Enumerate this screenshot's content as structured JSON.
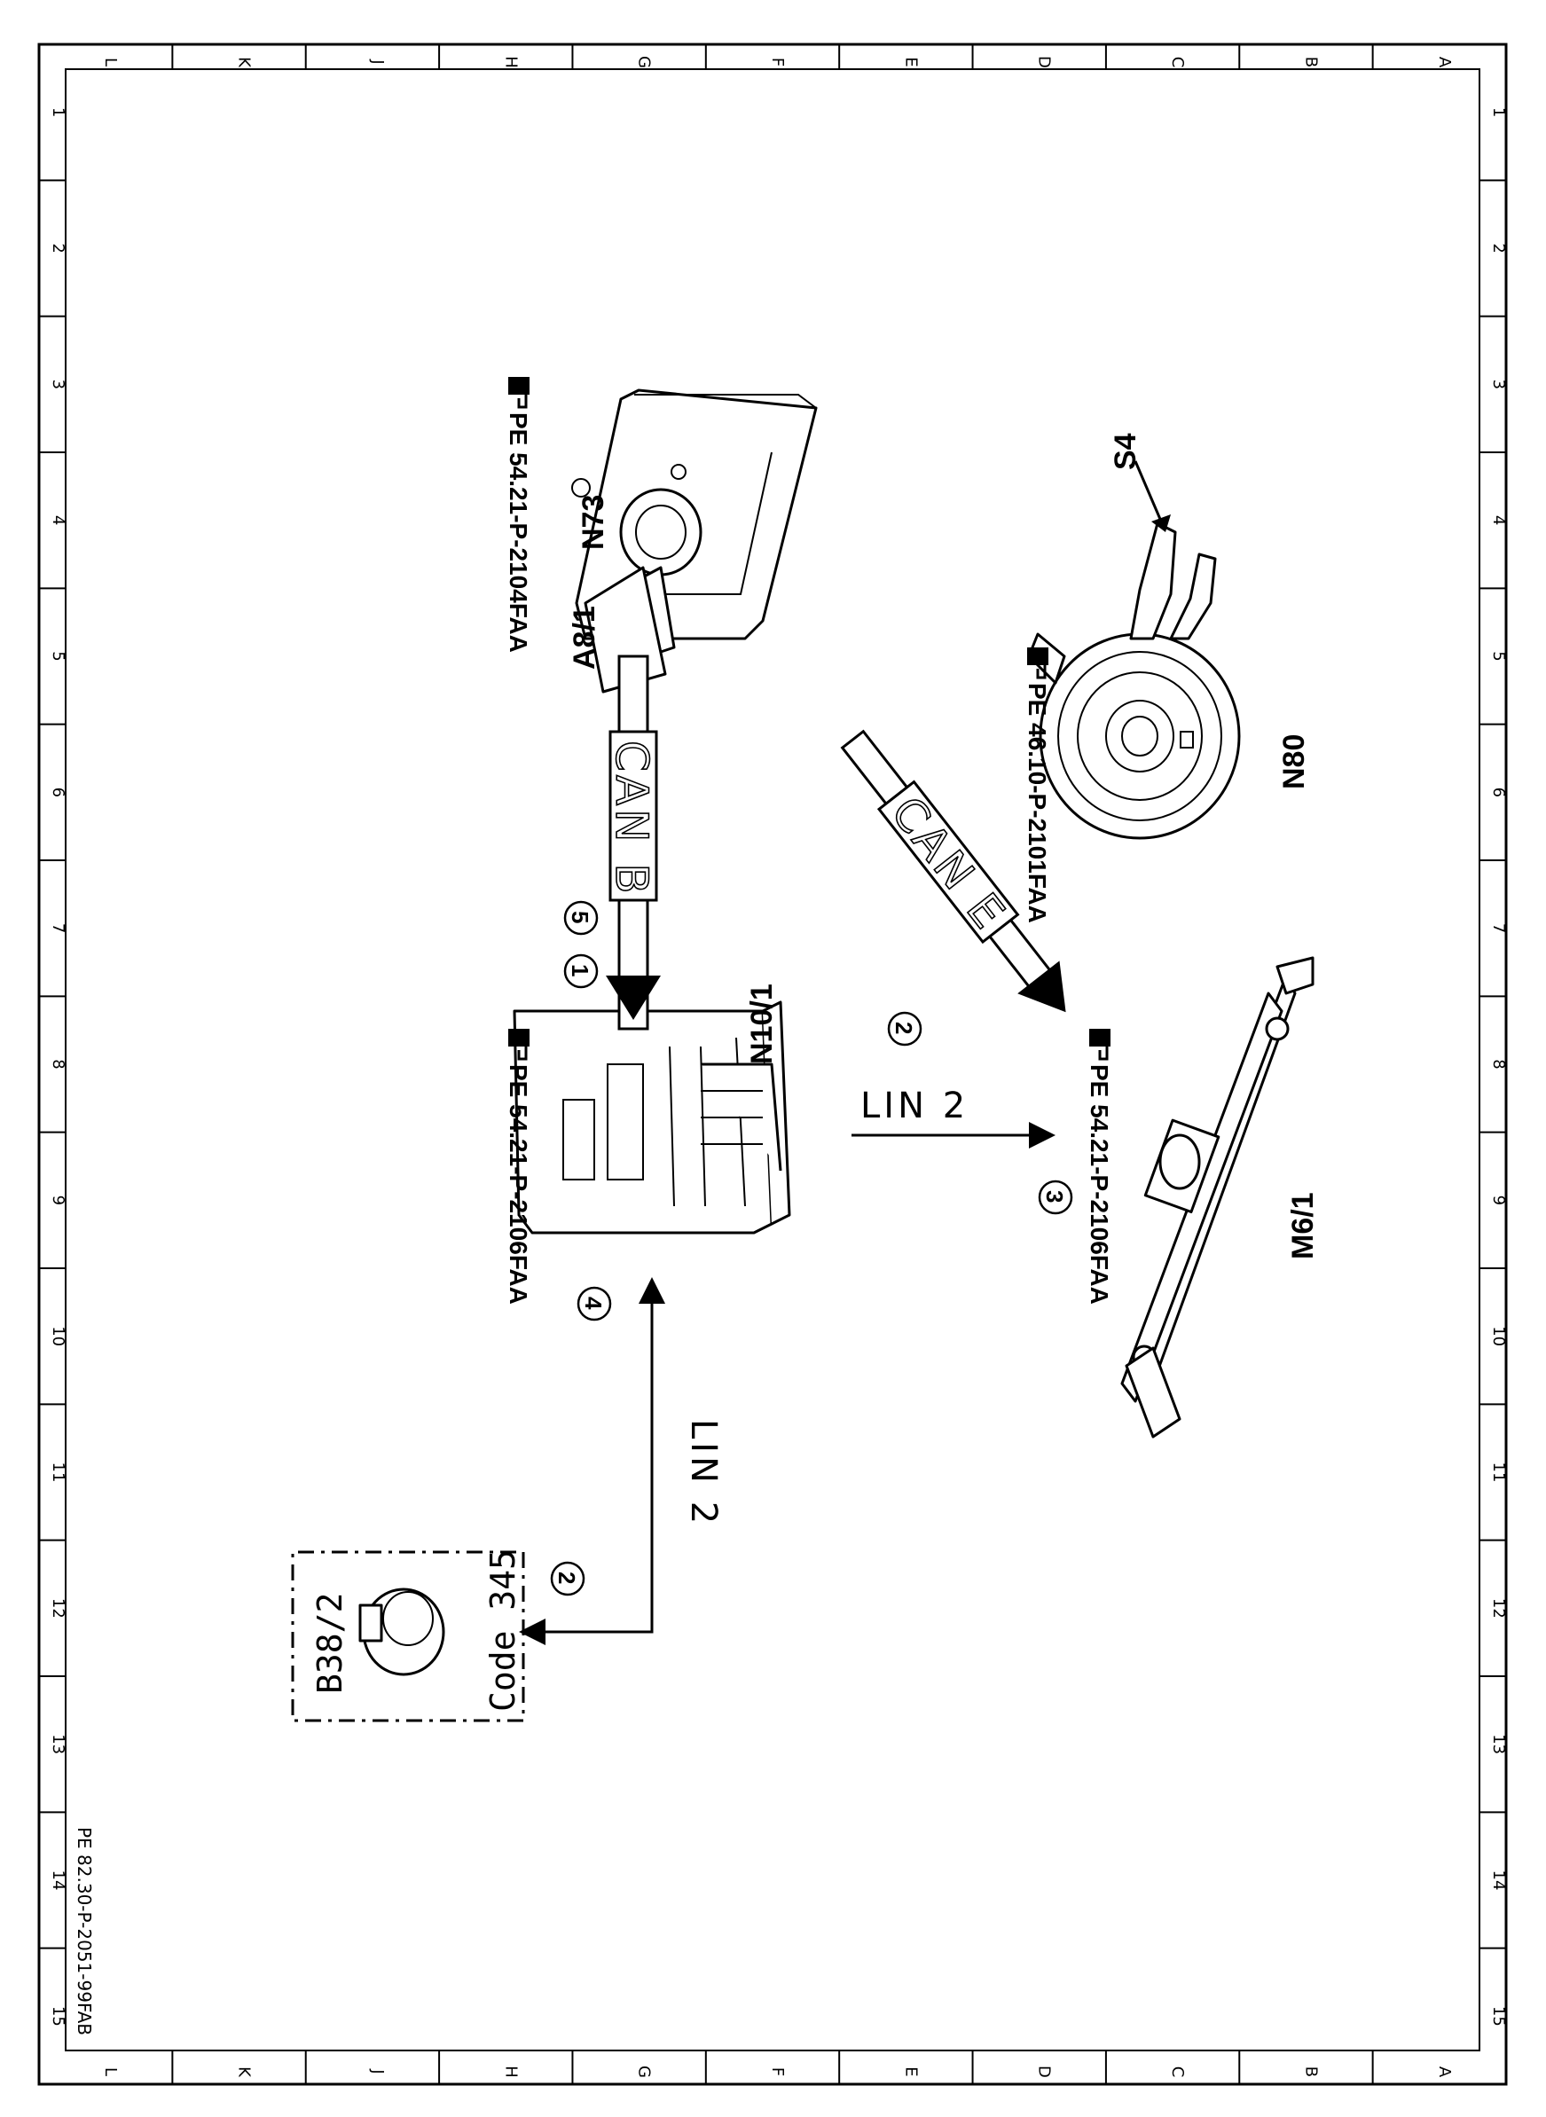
{
  "sheet": {
    "column_letters": [
      "L",
      "K",
      "J",
      "H",
      "G",
      "F",
      "E",
      "D",
      "C",
      "B",
      "A"
    ],
    "row_numbers": [
      "1",
      "2",
      "3",
      "4",
      "5",
      "6",
      "7",
      "8",
      "9",
      "10",
      "11",
      "12",
      "13",
      "14",
      "15"
    ],
    "document_number": "PE 82.30-P-2051-99FAB"
  },
  "components": {
    "n73": {
      "label": "N73",
      "sublabel": "A8/1",
      "reference": "PE 54.21-P-2104FAA"
    },
    "n80": {
      "label": "N80",
      "sublabel": "S4",
      "reference": "PE 46.10-P-2101FAA"
    },
    "n10_1": {
      "label": "N10/1",
      "reference": "PE 54.21-P-2106FAA"
    },
    "m6_1": {
      "label": "M6/1",
      "reference": "PE 54.21-P-2106FAA"
    },
    "b38_2": {
      "label": "B38/2",
      "code": "Code 345"
    }
  },
  "connections": {
    "can_b": {
      "label": "CAN B",
      "markers": [
        "5",
        "1"
      ]
    },
    "can_e": {
      "label": "CAN E",
      "markers": [
        "2"
      ]
    },
    "lin2_right": {
      "label": "LIN 2",
      "markers": [
        "3"
      ]
    },
    "lin2_down": {
      "label": "LIN 2",
      "markers": [
        "4",
        "2"
      ]
    }
  },
  "icons": {
    "reference": "pointing-hand-book-icon"
  }
}
